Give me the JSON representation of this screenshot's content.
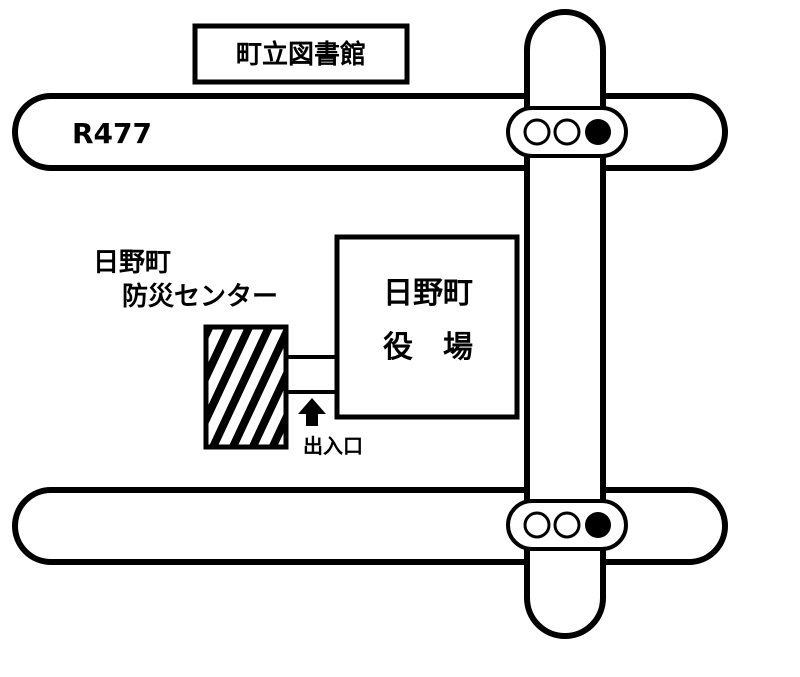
{
  "colors": {
    "ink": "#000000",
    "paper": "#ffffff"
  },
  "labels": {
    "library": "町立図書館",
    "road": "R477",
    "disaster_center_line1": "日野町",
    "disaster_center_line2": "防災センター",
    "town_hall_line1": "日野町",
    "town_hall_line2": "役　場",
    "entrance": "出入口"
  },
  "icons": {
    "traffic_light": "traffic-light-icon",
    "entrance_arrow": "arrow-up-icon"
  }
}
